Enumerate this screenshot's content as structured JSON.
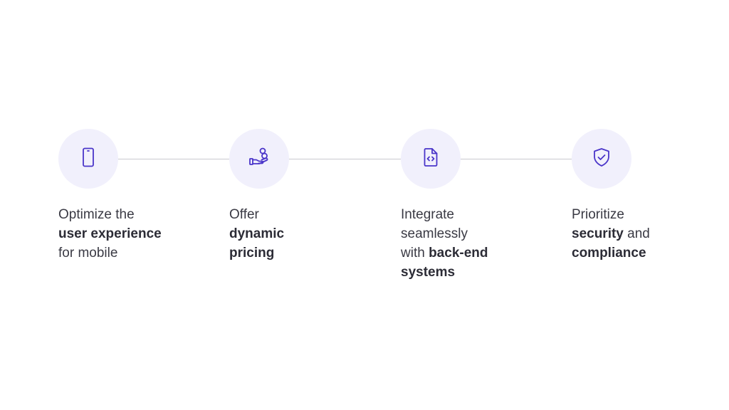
{
  "colors": {
    "circle_bg": "#f1f0fc",
    "icon_stroke": "#4a35c9",
    "connector": "#c9c9cf",
    "text": "#3a3a44"
  },
  "steps": [
    {
      "icon": "smartphone-icon",
      "lines": [
        [
          {
            "text": "Optimize the",
            "bold": false
          }
        ],
        [
          {
            "text": "user experience",
            "bold": true
          }
        ],
        [
          {
            "text": "for mobile",
            "bold": false
          }
        ]
      ]
    },
    {
      "icon": "hand-coins-icon",
      "lines": [
        [
          {
            "text": "Offer",
            "bold": false
          }
        ],
        [
          {
            "text": "dynamic",
            "bold": true
          }
        ],
        [
          {
            "text": "pricing",
            "bold": true
          }
        ]
      ]
    },
    {
      "icon": "code-file-icon",
      "lines": [
        [
          {
            "text": "Integrate",
            "bold": false
          }
        ],
        [
          {
            "text": "seamlessly",
            "bold": false
          }
        ],
        [
          {
            "text": "with ",
            "bold": false
          },
          {
            "text": "back-end",
            "bold": true
          }
        ],
        [
          {
            "text": "systems",
            "bold": true
          }
        ]
      ]
    },
    {
      "icon": "shield-check-icon",
      "lines": [
        [
          {
            "text": "Prioritize",
            "bold": false
          }
        ],
        [
          {
            "text": "security",
            "bold": true
          },
          {
            "text": " and",
            "bold": false
          }
        ],
        [
          {
            "text": "compliance",
            "bold": true
          }
        ]
      ]
    }
  ]
}
